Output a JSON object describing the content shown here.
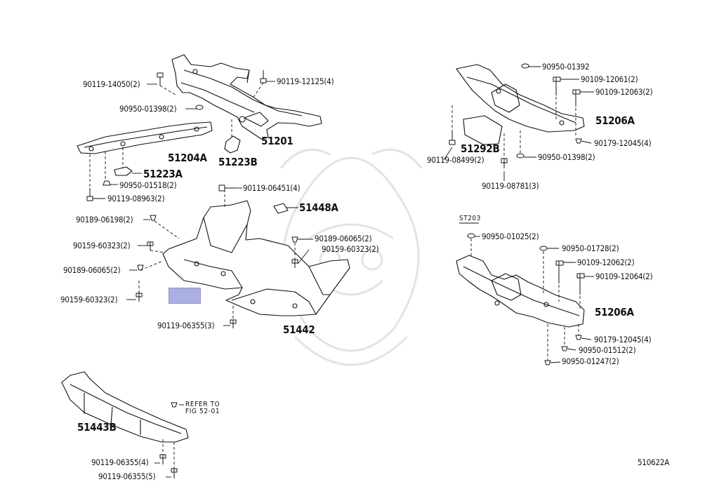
{
  "diagram": {
    "section_tag": "ST203",
    "figure_number": "510622A",
    "refer_note": [
      "REFER TO",
      "FIG 52-01"
    ],
    "labels": {
      "p90119_14050": "90119-14050(2)",
      "p90119_12125": "90119-12125(4)",
      "p90950_01398_l": "90950-01398(2)",
      "p51201": "51201",
      "p51204A": "51204A",
      "p51223B": "51223B",
      "p51223A": "51223A",
      "p90950_01518": "90950-01518(2)",
      "p90119_08963": "90119-08963(2)",
      "p90119_06451": "90119-06451(4)",
      "p51448A": "51448A",
      "p90189_06198": "90189-06198(2)",
      "p90159_60323_a": "90159-60323(2)",
      "p90189_06065_a": "90189-06065(2)",
      "p90159_60323_b": "90159-60323(2)",
      "p90189_06065_b": "90189-06065(2)",
      "p90159_60323_c": "90159-60323(2)",
      "p90119_06355_3": "90119-06355(3)",
      "p51442": "51442",
      "p51443B": "51443B",
      "p90119_06355_4": "90119-06355(4)",
      "p90119_06355_5": "90119-06355(5)",
      "p90950_01392": "90950-01392",
      "p90109_12061": "90109-12061(2)",
      "p90109_12063": "90109-12063(2)",
      "p51206A_top": "51206A",
      "p51292B": "51292B",
      "p90179_12045_top": "90179-12045(4)",
      "p90119_08499": "90119-08499(2)",
      "p90950_01398_r": "90950-01398(2)",
      "p90119_08781": "90119-08781(3)",
      "p90950_01025": "90950-01025(2)",
      "p90950_01728": "90950-01728(2)",
      "p90109_12062": "90109-12062(2)",
      "p90109_12064": "90109-12064(2)",
      "p51206A_bot": "51206A",
      "p90179_12045_bot": "90179-12045(4)",
      "p90950_01512": "90950-01512(2)",
      "p90950_01247": "90950-01247(2)"
    },
    "highlight_color": "#9ea2dc"
  }
}
